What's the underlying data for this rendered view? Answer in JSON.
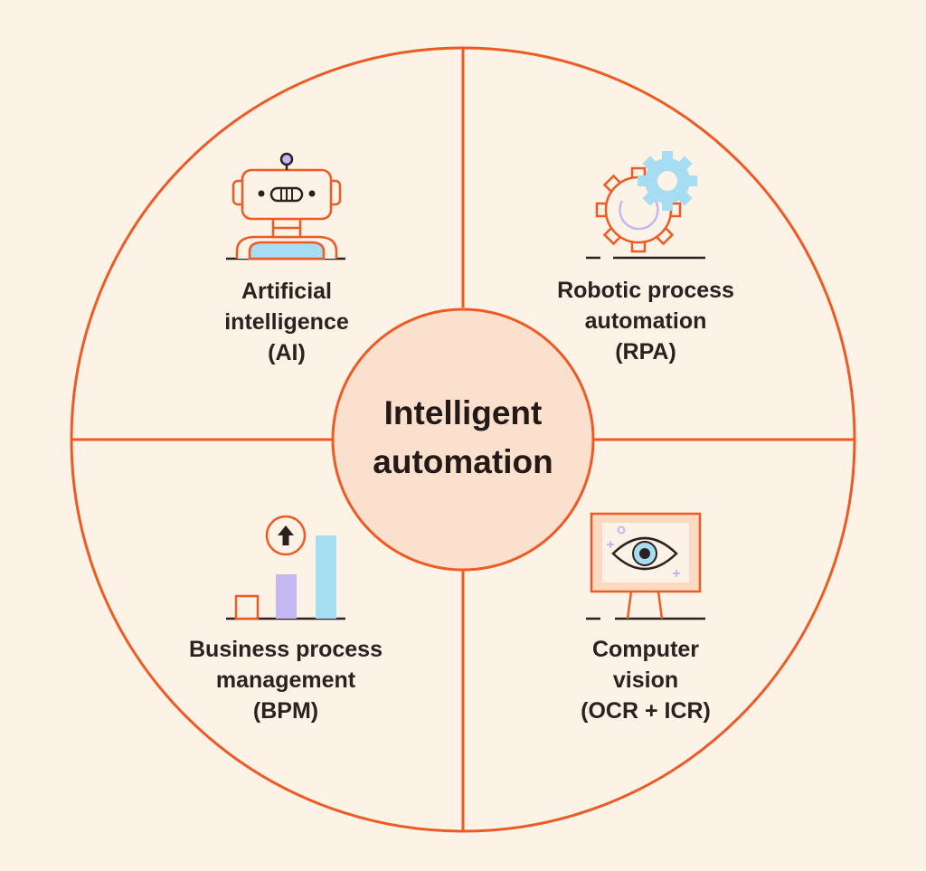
{
  "center": {
    "lines": [
      "Intelligent",
      "automation"
    ]
  },
  "quadrants": [
    {
      "id": "ai",
      "icon": "robot-icon",
      "lines": [
        "Artificial",
        "intelligence",
        "(AI)"
      ]
    },
    {
      "id": "rpa",
      "icon": "gears-icon",
      "lines": [
        "Robotic process",
        "automation",
        "(RPA)"
      ]
    },
    {
      "id": "bpm",
      "icon": "bar-chart-icon",
      "lines": [
        "Business process",
        "management",
        "(BPM)"
      ]
    },
    {
      "id": "cv",
      "icon": "eye-monitor-icon",
      "lines": [
        "Computer",
        "vision",
        "(OCR + ICR)"
      ]
    }
  ],
  "colors": {
    "background": "#fdf2e6",
    "accent": "#ee5a24",
    "center_fill": "#fbe0cd",
    "light_blue": "#a6ddf3",
    "lavender": "#c5b8f2",
    "text": "#2b2220"
  }
}
